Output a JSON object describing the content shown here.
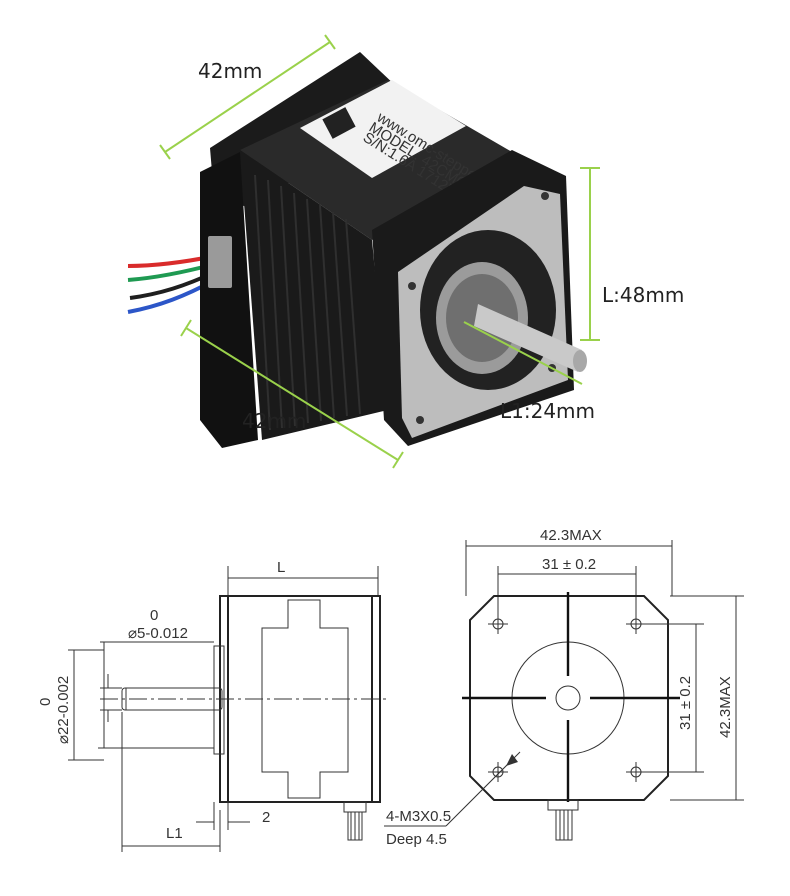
{
  "photo": {
    "width_top_label": "42mm",
    "width_bottom_label": "42mm",
    "length_label": "L:48mm",
    "shaft_label": "L1:24mm",
    "sticker_lines": [
      "MODEL: 42CM06",
      "S/N:1.6A 1712B017",
      "www.omc-stepperonline.com"
    ],
    "accent_color": "#9ad14b",
    "body_color": "#151515",
    "metal_color": "#c4c4c4",
    "wire_colors": [
      "#d92b2b",
      "#1f9a52",
      "#1f1f1f",
      "#2c56c8"
    ]
  },
  "side_view": {
    "L_label": "L",
    "shaft_tol_top": "0",
    "shaft_tol_main": "⌀5-0.012",
    "pilot_tol_top": "0",
    "pilot_tol_main": "⌀22-0.002",
    "gap_label": "2",
    "L1_label": "L1"
  },
  "front_view": {
    "width_label": "42.3MAX",
    "hole_spacing_label": "31 ± 0.2",
    "hole_spacing_vertical_label": "31 ± 0.2",
    "height_label": "42.3MAX",
    "screw_label": "4-M3X0.5",
    "depth_label": "Deep  4.5"
  }
}
